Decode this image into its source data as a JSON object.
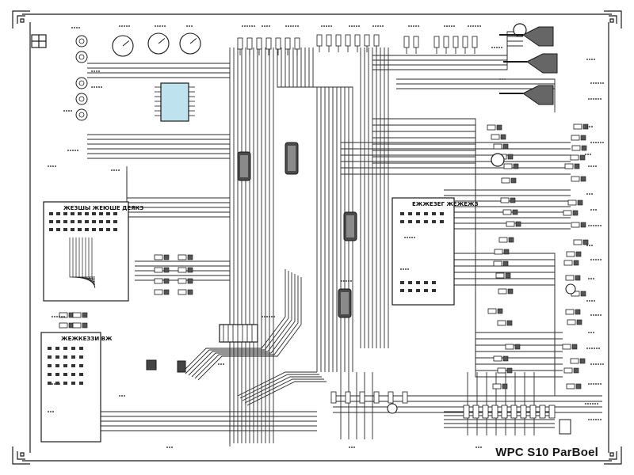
{
  "drawing": {
    "title": "WPC S10 ParBoel",
    "panels": [
      {
        "id": "left-upper-panel",
        "title": "ЖЕЗШЫ ЖЕЮШЕ ДЕЯКЗ"
      },
      {
        "id": "left-lower-panel",
        "title": "ЖЕЖКЕЗЗИ ВЖ"
      },
      {
        "id": "center-right-panel",
        "title": "ЕЖЖЕЗЕГ ЖЕЖЕЖЗ"
      }
    ]
  },
  "colors": {
    "ink": "#1a1a1a",
    "paper": "#ffffff",
    "chip_fill": "#bfe3ee",
    "component_fill": "#4a4a4a"
  },
  "icons": [
    "corner-ornament-icon",
    "crosshair-box-icon",
    "connector-plug-icon",
    "gauge-icon",
    "lamp-ring-icon"
  ]
}
